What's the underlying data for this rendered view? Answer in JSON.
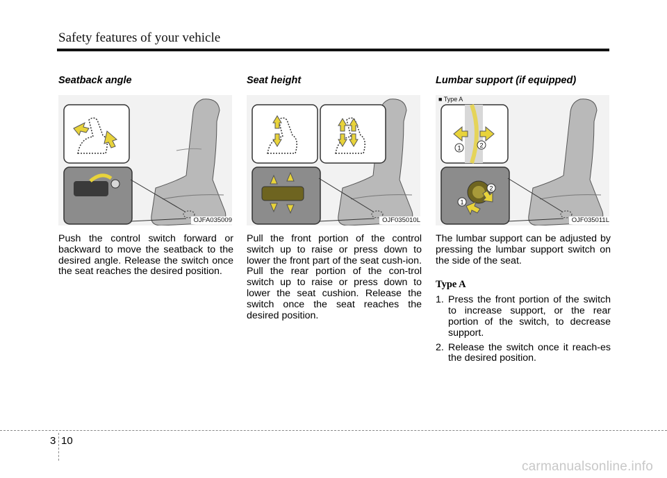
{
  "header": {
    "title": "Safety features of your vehicle"
  },
  "sections": [
    {
      "title": "Seatback angle",
      "figure_code": "OJFA035009",
      "body": "Push the control switch forward or backward to move the seatback to the desired angle. Release the switch once the seat reaches the desired position."
    },
    {
      "title": "Seat height",
      "figure_code": "OJF035010L",
      "body": "Pull the front portion of the control switch up to raise or press down to lower the front part of the seat cush-ion. Pull the rear portion of the con-trol switch up to raise or press down to lower the seat cushion. Release the switch once the seat reaches the desired position."
    },
    {
      "title": "Lumbar support (if equipped)",
      "figure_code": "OJF035011L",
      "figure_type_label": "■ Type A",
      "callouts": [
        "1",
        "2"
      ],
      "body": "The lumbar support can be adjusted by pressing the lumbar support switch on the side of the seat.",
      "subheading": "Type A",
      "steps": [
        {
          "num": "1.",
          "text": "Press the front portion of the switch to increase support, or the rear portion of the switch, to decrease support."
        },
        {
          "num": "2.",
          "text": "Release the switch once it reach-es the desired position."
        }
      ]
    }
  ],
  "footer": {
    "chapter": "3",
    "page": "10"
  },
  "watermark": "carmanualsonline.info",
  "colors": {
    "arrow_yellow": "#e8d33a",
    "inset_gray": "#8c8c8c",
    "seat_gray": "#b9b9b9"
  }
}
